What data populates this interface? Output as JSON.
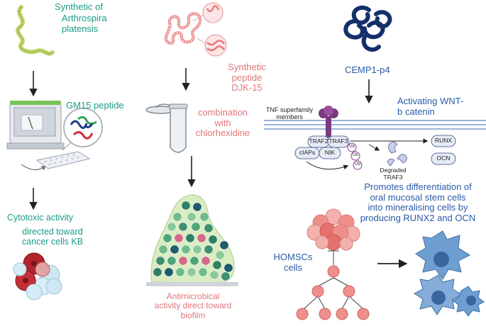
{
  "colors": {
    "teal": "#1a9b86",
    "pink": "#e2767a",
    "blue": "#2a5ba8",
    "navy": "#13306b",
    "membrane": "#9bb3d6",
    "cell": "#ef8f8c",
    "stem_cell": "#5f8fc4"
  },
  "col1": {
    "organism_title": "Synthetic of",
    "organism_name": "Arthrospira\nplatensis",
    "peptide_label": "GM15 peptide",
    "activity_line1": "Cytotoxic activity",
    "activity_line2": "directed toward\ncancer cells KB"
  },
  "col2": {
    "peptide_name": "Synthetic\npeptide\nDJK-15",
    "combination": "combination\nwith\nchlorhexidine",
    "activity": "Antimicrobical\nactivity direct toward\nbiofilm"
  },
  "col3": {
    "peptide_name": "CEMP1-p4",
    "pathway": "Activating WNT-\nb catenin",
    "tnf_label": "TNF superfamily\nmembers",
    "traf2": "TRAF2",
    "traf3": "TRAF3",
    "ciaps": "cIAPs",
    "nik": "NIK",
    "ub": "Ub",
    "degraded": "Degraded\nTRAF3",
    "runx": "RUNX",
    "ocn": "OCN",
    "effect": "Promotes differentiation of\noral mucosal stem cells\ninto mineralising cells by\nproducing RUNX2 and OCN",
    "cells_label": "HOMSCs\ncells"
  }
}
